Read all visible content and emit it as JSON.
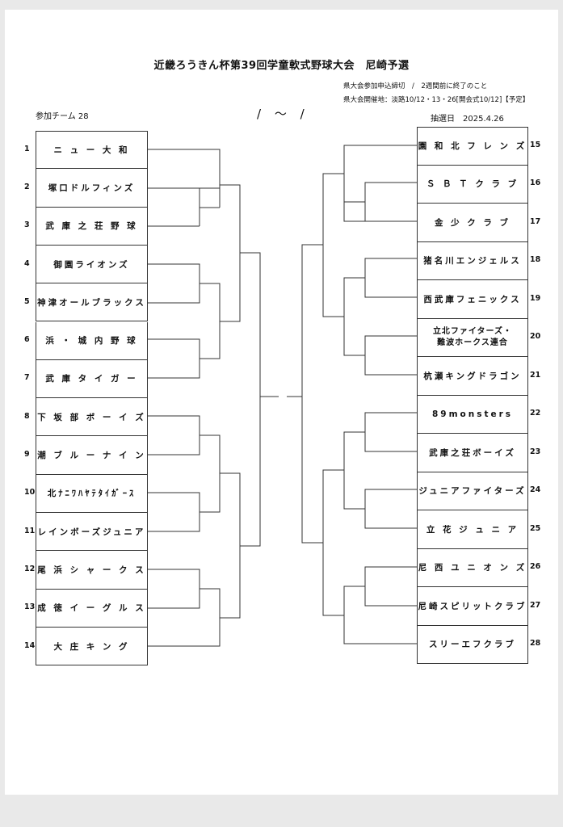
{
  "header": {
    "title": "近畿ろうきん杯第39回学童軟式野球大会　尼崎予選",
    "deadline": "県大会参加申込締切　/　2週間前に終了のこと",
    "venue": "県大会開催地：淡路10/12・13・26[開会式10/12]【予定】",
    "teams_count": "参加チーム 28",
    "date_slot": "/ ～ /",
    "draw_date": "抽選日　2025.4.26"
  },
  "left_teams": [
    {
      "num": "1",
      "name": "ニ ュ ー 大 和"
    },
    {
      "num": "2",
      "name": "塚口ドルフィンズ"
    },
    {
      "num": "3",
      "name": "武 庫 之 荘 野 球"
    },
    {
      "num": "4",
      "name": "御園ライオンズ"
    },
    {
      "num": "5",
      "name": "神津オールブラックス"
    },
    {
      "num": "6",
      "name": "浜 ・ 城 内 野 球"
    },
    {
      "num": "7",
      "name": "武 庫 タ イ ガ ー"
    },
    {
      "num": "8",
      "name": "下 坂 部 ボ ー イ ズ"
    },
    {
      "num": "9",
      "name": "潮 ブ ル ー ナ イ ン"
    },
    {
      "num": "10",
      "name": "北ﾅﾆﾜﾊﾔﾃﾀｲｶﾞｰｽ"
    },
    {
      "num": "11",
      "name": "レインボーズジュニア"
    },
    {
      "num": "12",
      "name": "尾 浜 シ ャ ー ク ス"
    },
    {
      "num": "13",
      "name": "成 徳 イ ー グ ル ス"
    },
    {
      "num": "14",
      "name": "大 庄 キ ン グ"
    }
  ],
  "right_teams": [
    {
      "num": "15",
      "name": "園 和 北 フ レ ン ズ"
    },
    {
      "num": "16",
      "name": "Ｓ Ｂ Ｔ ク ラ ブ"
    },
    {
      "num": "17",
      "name": "金 少 ク ラ ブ"
    },
    {
      "num": "18",
      "name": "猪名川エンジェルス"
    },
    {
      "num": "19",
      "name": "西武庫フェニックス"
    },
    {
      "num": "20",
      "name": "立北ファイターズ・",
      "name2": "難波ホークス連合"
    },
    {
      "num": "21",
      "name": "杭瀬キングドラゴン"
    },
    {
      "num": "22",
      "name": "89monsters"
    },
    {
      "num": "23",
      "name": "武庫之荘ボーイズ"
    },
    {
      "num": "24",
      "name": "ジュニアファイターズ"
    },
    {
      "num": "25",
      "name": "立 花 ジ ュ ニ ア"
    },
    {
      "num": "26",
      "name": "尼 西 ユ ニ オ ン ズ"
    },
    {
      "num": "27",
      "name": "尼崎スピリットクラブ"
    },
    {
      "num": "28",
      "name": "スリーエフクラブ"
    }
  ]
}
